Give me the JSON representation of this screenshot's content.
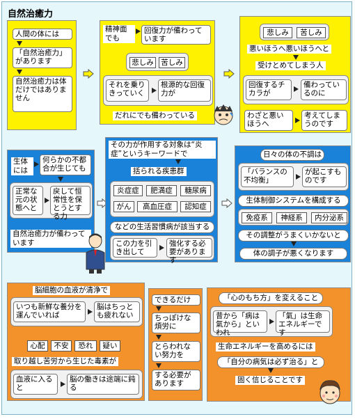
{
  "title": "自然治癒力",
  "panel1": {
    "b1": "人間の体には",
    "b2": "「自然治癒力」があります",
    "b3": "自然治癒力は体だけではありません"
  },
  "panel2": {
    "b1": "精神面でも",
    "b2": "回復力が備わっています",
    "tag1": "悲しみ",
    "tag2": "苦しみ",
    "b3": "それを乗りきっていく",
    "b4": "根源的な回復力が",
    "b5": "だれにでも備わっている"
  },
  "panel3": {
    "tag1": "悲しみ",
    "tag2": "苦しみ",
    "b1": "悪いほうへ悪いほうへと",
    "b2": "受けとめてしまう人",
    "b3": "回復するチカラが",
    "b4": "備わっているのに",
    "b5": "わざと悪いほうへ",
    "b6": "考えてしまうのです"
  },
  "panel4": {
    "b1": "生体には",
    "b2": "何らかの不都合が生じても",
    "b3": "正常な元の状態へと",
    "b4": "戻して恒常性を保とうとする力",
    "b5": "自然治癒力が備わっています"
  },
  "panel5": {
    "b1": "その力が作用する対象は“炎症”というキーワードで",
    "b2": "括られる疾患群",
    "tags": [
      "炎症症",
      "肥満症",
      "糖尿病",
      "がん",
      "高血圧症",
      "認知症"
    ],
    "b3": "などの生活習慣病が該当する",
    "b4": "この力を引き出して",
    "b5": "強化する必要があります"
  },
  "panel6": {
    "b1": "日々の体の不調は",
    "b2": "「バランスの不均衡」",
    "b3": "が起こすものです",
    "b4": "生体制御システムを構成する",
    "tags": [
      "免疫系",
      "神経系",
      "内分泌系"
    ],
    "b5": "その調整がうまくいかないと",
    "b6": "体の調子が悪くなります"
  },
  "panel7": {
    "b1": "脳細胞の血液が清浄で",
    "b2": "いつも新鮮な養分を運んでいれば",
    "b3": "脳はちっとも疲れない",
    "tags": [
      "心配",
      "不安",
      "恐れ",
      "疑い"
    ],
    "b4": "取り越し苦労から生じた毒素が",
    "b5": "血液に入ると",
    "b6": "脳の働きは途端に鈍る"
  },
  "panel8": {
    "b1": "できるだけ",
    "b2": "ちっぽけな煩労に",
    "b3": "とらわれない努力を",
    "b4": "する必要があります"
  },
  "panel9": {
    "b1": "「心のもち方」を変えること",
    "b2": "昔から「病は氣から」といわれ",
    "b3": "「氣」は生命エネルギーです",
    "b4": "生命エネルギーを高めるには",
    "b5": "「自分の病気は必ず治る」と",
    "b6": "固く信じることです"
  },
  "colors": {
    "yellow_panel": "#fff200",
    "blue_panel": "#1a82d8",
    "orange_panel": "#f3922a",
    "background": "#e6f7fb"
  }
}
